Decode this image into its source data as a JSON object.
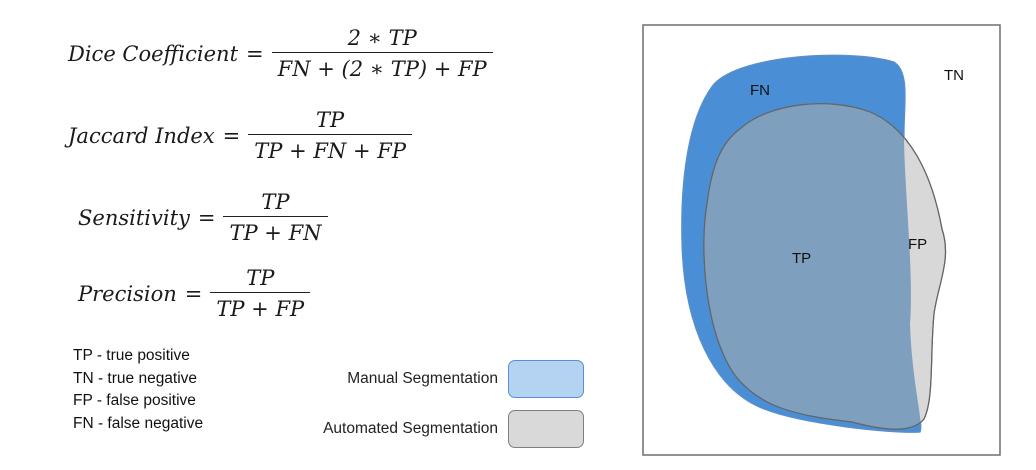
{
  "formulas": {
    "dice": {
      "lhs": "Dice Coefficient",
      "eq": "=",
      "num": "2 ∗ TP",
      "den": "FN + (2 ∗ TP) + FP"
    },
    "jaccard": {
      "lhs": "Jaccard Index",
      "eq": "=",
      "num": "TP",
      "den": "TP + FN + FP"
    },
    "sensitivity": {
      "lhs": "Sensitivity",
      "eq": "=",
      "num": "TP",
      "den": "TP + FN"
    },
    "precision": {
      "lhs": "Precision",
      "eq": "=",
      "num": "TP",
      "den": "TP + FP"
    }
  },
  "abbreviations": [
    "TP - true positive",
    "TN - true negative",
    "FP - false positive",
    "FN - false negative"
  ],
  "segmentation_legend": {
    "manual": {
      "label": "Manual Segmentation",
      "fill": "#b4d2f2",
      "stroke": "#5b8fc9"
    },
    "automated": {
      "label": "Automated Segmentation",
      "fill": "#d9d9d9",
      "stroke": "#7f7f7f"
    }
  },
  "venn": {
    "labels": {
      "fn": "FN",
      "tn": "TN",
      "tp": "TP",
      "fp": "FP"
    },
    "colors": {
      "manual": "#4a8fd6",
      "automated": "#d8d8d8",
      "overlap": "#7f9fbf",
      "outline": "#666666",
      "frame": "#6e6e6e"
    }
  }
}
